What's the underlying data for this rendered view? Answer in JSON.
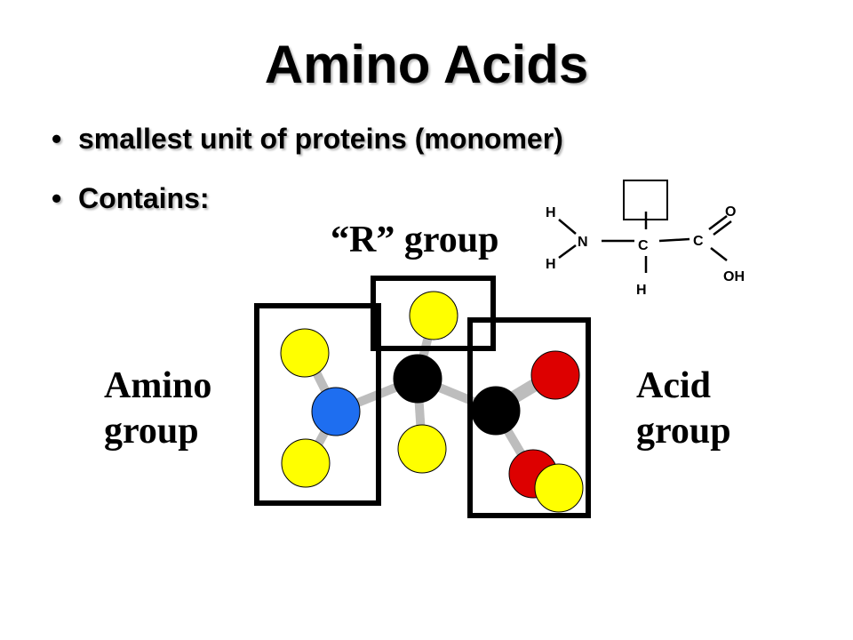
{
  "title": "Amino Acids",
  "bullets": [
    "smallest unit of proteins  (monomer)",
    "Contains:"
  ],
  "labels": {
    "r_group": "“R” group",
    "amino_group_line1": "Amino",
    "amino_group_line2": "group",
    "acid_group_line1": "Acid",
    "acid_group_line2": "group"
  },
  "structural_formula": {
    "atoms": [
      "H",
      "H",
      "N",
      "C",
      "C",
      "O",
      "OH",
      "H"
    ]
  },
  "colors": {
    "hydrogen": "#ffff00",
    "nitrogen": "#1e6ef0",
    "carbon": "#000000",
    "oxygen": "#dd0000",
    "bond": "#bdbdbd"
  }
}
